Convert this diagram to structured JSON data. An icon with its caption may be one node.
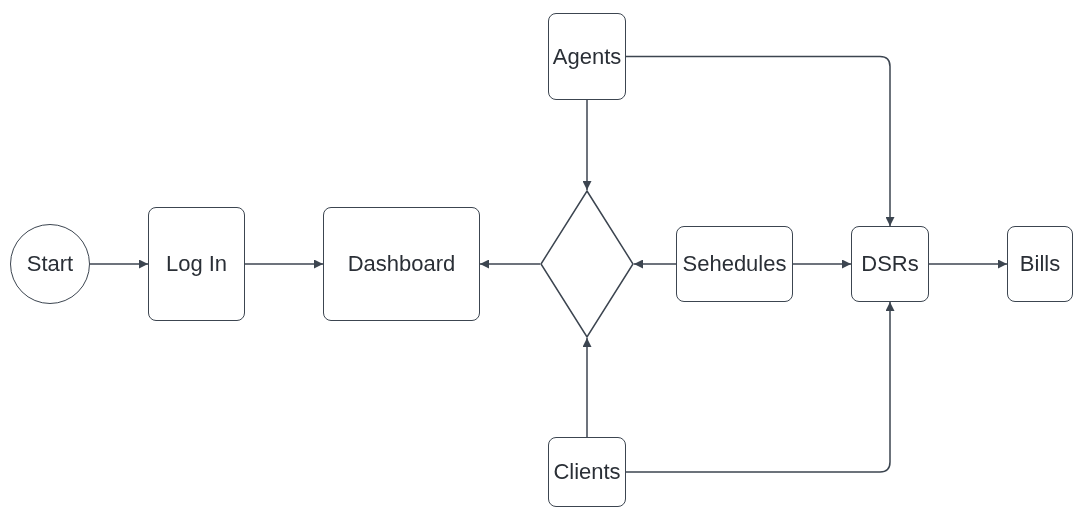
{
  "diagram": {
    "nodes": [
      {
        "text": [
          "Start"
        ]
      },
      {
        "text": [
          "Log In"
        ]
      },
      {
        "text": [
          "Dashboard"
        ]
      },
      {
        "text": [],
        "shape": "diamond"
      },
      {
        "text": [
          "Agents"
        ]
      },
      {
        "text": [
          "Sehedules"
        ]
      },
      {
        "text": [
          "Clients"
        ]
      },
      {
        "text": [
          "DSRs"
        ]
      },
      {
        "text": [
          "Bills"
        ]
      }
    ],
    "edges": [
      {
        "from": 0,
        "to": 1,
        "arrow": "to"
      },
      {
        "from": 1,
        "to": 2,
        "arrow": "to"
      },
      {
        "from": 3,
        "to": 2,
        "arrow": "to"
      },
      {
        "from": 4,
        "to": 3,
        "arrow": "to"
      },
      {
        "from": 6,
        "to": 3,
        "arrow": "to"
      },
      {
        "from": 5,
        "to": 3,
        "arrow": "to"
      },
      {
        "from": 5,
        "to": 7,
        "arrow": "to"
      },
      {
        "from": 4,
        "to": 7,
        "arrow": "to"
      },
      {
        "from": 6,
        "to": 7,
        "arrow": "to"
      },
      {
        "from": 7,
        "to": 8,
        "arrow": "to"
      }
    ]
  }
}
